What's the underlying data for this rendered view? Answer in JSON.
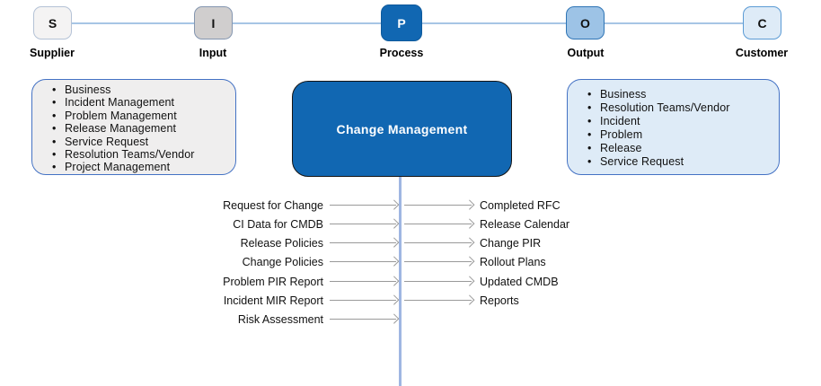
{
  "sipoc": {
    "nodes": [
      {
        "letter": "S",
        "label": "Supplier"
      },
      {
        "letter": "I",
        "label": "Input"
      },
      {
        "letter": "P",
        "label": "Process"
      },
      {
        "letter": "O",
        "label": "Output"
      },
      {
        "letter": "C",
        "label": "Customer"
      }
    ]
  },
  "process": {
    "title": "Change Management"
  },
  "suppliers": [
    "Business",
    "Incident Management",
    "Problem Management",
    "Release Management",
    "Service Request",
    "Resolution Teams/Vendor",
    "Project Management"
  ],
  "customers": [
    "Business",
    "Resolution Teams/Vendor",
    "Incident",
    "Problem",
    "Release",
    "Service Request"
  ],
  "inputs": [
    "Request for Change",
    "CI Data for CMDB",
    "Release Policies",
    "Change Policies",
    "Problem PIR Report",
    "Incident MIR Report",
    "Risk Assessment"
  ],
  "outputs": [
    "Completed RFC",
    "Release Calendar",
    "Change PIR",
    "Rollout Plans",
    "Updated CMDB",
    "Reports"
  ],
  "colors": {
    "process_blue": "#1167B2",
    "output_blue": "#9DC3E6",
    "customer_blue": "#DEEBF7",
    "input_gray": "#D0CECE",
    "supplier_gray": "#F4F3F3",
    "list_border_blue": "#4472C4",
    "connector_blue": "#A7C5E5",
    "flow_line_blue": "#9FB6E2",
    "arrow_gray": "#9A9A9A"
  }
}
